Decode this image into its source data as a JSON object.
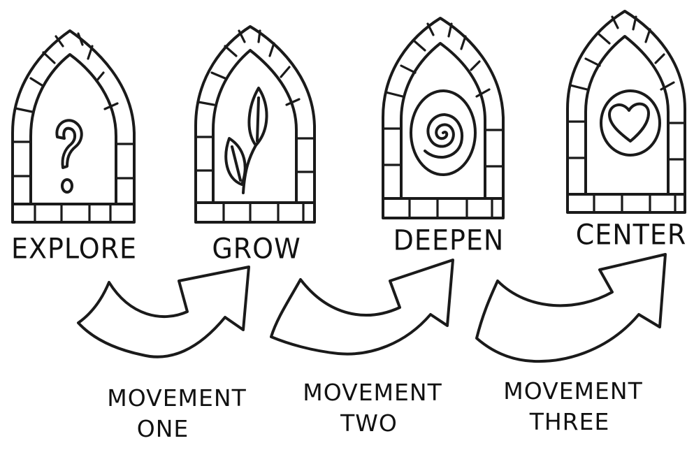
{
  "windows": [
    {
      "label": "EXPLORE",
      "symbol": "question-mark"
    },
    {
      "label": "GROW",
      "symbol": "leaves"
    },
    {
      "label": "DEEPEN",
      "symbol": "spiral"
    },
    {
      "label": "CENTER",
      "symbol": "heart"
    }
  ],
  "movements": [
    {
      "line1": "MOVEMENT",
      "line2": "ONE"
    },
    {
      "line1": "MOVEMENT",
      "line2": "TWO"
    },
    {
      "line1": "MOVEMENT",
      "line2": "THREE"
    }
  ],
  "colors": {
    "ink": "#1a1a1a",
    "background": "#ffffff"
  }
}
